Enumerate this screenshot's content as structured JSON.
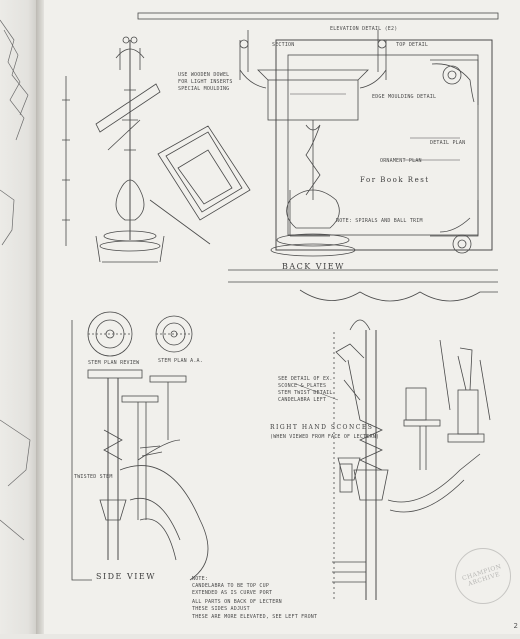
{
  "page": {
    "page_number": "2",
    "background": "#f1f0ec",
    "ink": "#4a4a4a"
  },
  "views": {
    "back_view": "BACK VIEW",
    "side_view": "SIDE VIEW",
    "book_rest": "For Book Rest",
    "right_hand_sconces": "RIGHT HAND SCONCES",
    "right_hand_sconces_sub": "(WHEN VIEWED FROM FACE OF LECTERN)"
  },
  "notes": {
    "elevation_top": "ELEVATION DETAIL (E2)",
    "section": "SECTION",
    "top_detail": "TOP DETAIL",
    "note_a": "USE WOODEN DOWEL",
    "note_b": "FOR LIGHT INSERTS",
    "note_c": "SPECIAL MOULDING",
    "edge_moulding": "EDGE MOULDING DETAIL",
    "detail_a": "DETAIL PLAN",
    "detail_b": "ORNAMENT PLAN",
    "detail_c": "NOTE: SPIRALS AND BALL TRIM",
    "left_a": "STEM PLAN REVIEW",
    "left_b": "STEM PLAN A.A.",
    "left_c": "TWISTED STEM",
    "bottom_note_1": "NOTE:",
    "bottom_note_2": "CANDELABRA TO BE TOP CUP",
    "bottom_note_3": "EXTENDED AS IS CURVE PORT",
    "bottom_note_4": "ALL PARTS ON BACK OF LECTERN",
    "bottom_note_5": "THESE SIDES ADJUST",
    "bottom_note_6": "THESE ARE MORE ELEVATED, SEE LEFT FRONT",
    "right_note_1": "SEE DETAIL OF EX.",
    "right_note_2": "SCONCE & PLATES",
    "right_note_3": "STEM TWIST DETAIL",
    "right_note_4": "CANDELABRA LEFT"
  },
  "stamp": {
    "text": "CHAMPION ARCHIVE"
  }
}
